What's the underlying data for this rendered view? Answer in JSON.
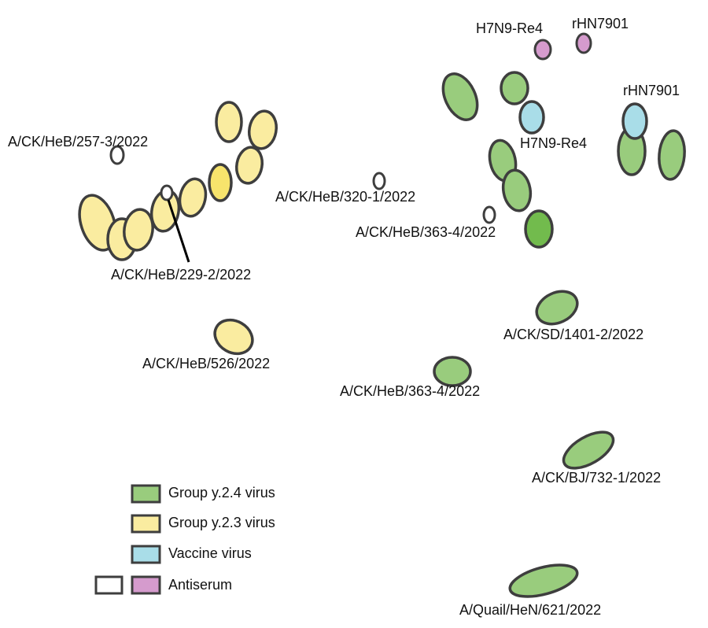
{
  "colors": {
    "y24": "#99cc7d",
    "y24_strong": "#72bb4d",
    "y23": "#faeca0",
    "y23_strong": "#f7e46c",
    "vaccine": "#a9dde8",
    "antiserum": "#d59bcd",
    "outline": "#3e3e3e"
  },
  "labels": {
    "h7n9_re4_antiserum": "H7N9-Re4",
    "rhn7901_antiserum": "rHN7901",
    "rhn7901_vaccine": "rHN7901",
    "h7n9_re4_vaccine": "H7N9-Re4",
    "heb_257_3": "A/CK/HeB/257-3/2022",
    "heb_320_1": "A/CK/HeB/320-1/2022",
    "heb_363_4_serum": "A/CK/HeB/363-4/2022",
    "heb_229_2": "A/CK/HeB/229-2/2022",
    "heb_526": "A/CK/HeB/526/2022",
    "sd_1401_2": "A/CK/SD/1401-2/2022",
    "heb_363_4_virus": "A/CK/HeB/363-4/2022",
    "bj_732_1": "A/CK/BJ/732-1/2022",
    "quail_hen_621": "A/Quail/HeN/621/2022"
  },
  "legend": {
    "y24": "Group y.2.4 virus",
    "y23": "Group y.2.3 virus",
    "vaccine": "Vaccine virus",
    "antiserum": "Antiserum"
  }
}
